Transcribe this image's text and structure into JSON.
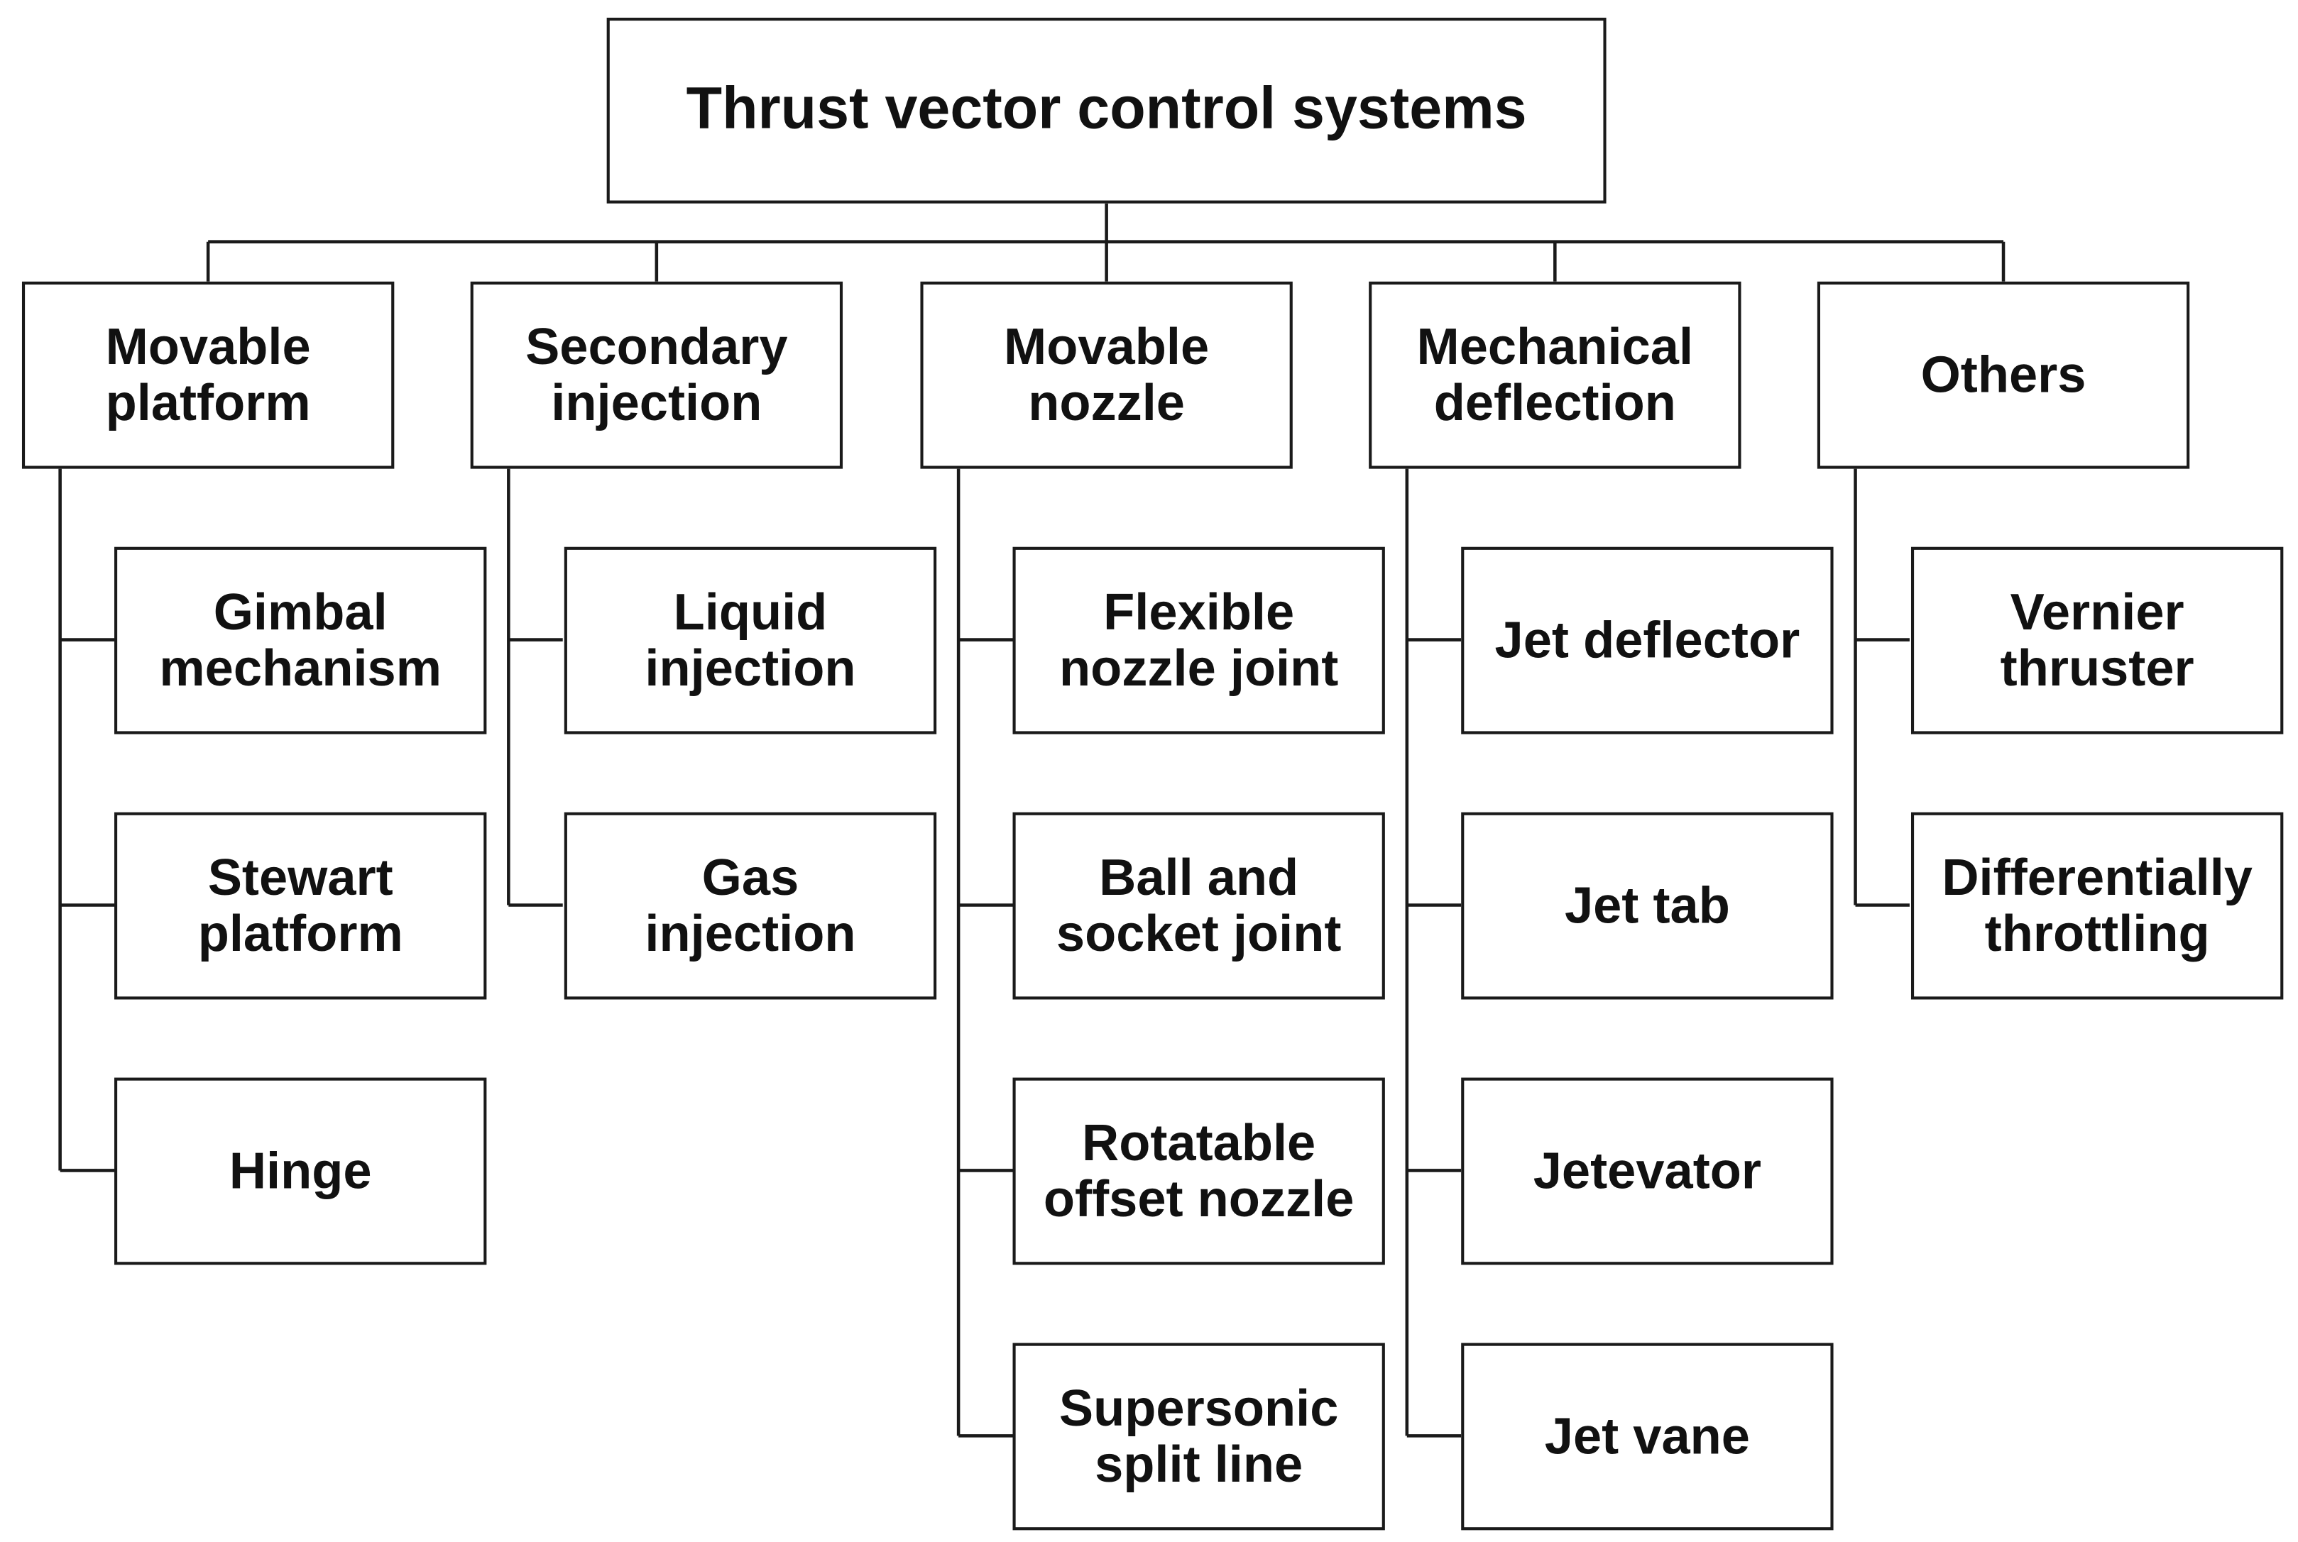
{
  "root": {
    "label": "Thrust vector control systems"
  },
  "categories": [
    {
      "label": "Movable\nplatform",
      "items": [
        "Gimbal\nmechanism",
        "Stewart\nplatform",
        "Hinge"
      ]
    },
    {
      "label": "Secondary\ninjection",
      "items": [
        "Liquid\ninjection",
        "Gas\ninjection"
      ]
    },
    {
      "label": "Movable\nnozzle",
      "items": [
        "Flexible\nnozzle joint",
        "Ball and\nsocket joint",
        "Rotatable\noffset nozzle",
        "Supersonic\nsplit line"
      ]
    },
    {
      "label": "Mechanical\ndeflection",
      "items": [
        "Jet deflector",
        "Jet tab",
        "Jetevator",
        "Jet vane"
      ]
    },
    {
      "label": "Others",
      "items": [
        "Vernier\nthruster",
        "Differentially\nthrottling"
      ]
    }
  ],
  "colors": {
    "line": "#1a1a1a",
    "text": "#111111",
    "background": "#ffffff"
  }
}
